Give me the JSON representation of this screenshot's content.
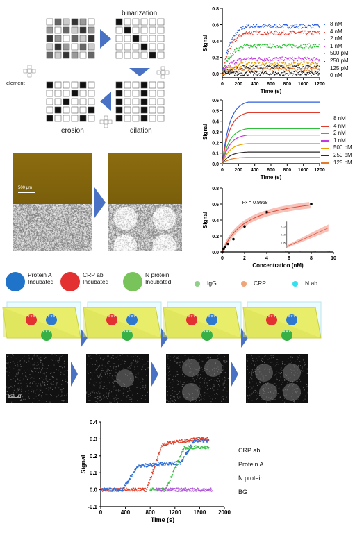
{
  "morphology": {
    "binarization_label": "binarization",
    "element_label": "element",
    "erosion_label": "erosion",
    "dilation_label": "dilation"
  },
  "micro_scale": "500 μm",
  "plot_legend_top": [
    "8 nM",
    "4 nM",
    "2 nM",
    "1 nM",
    "500 pM",
    "250 pM",
    "125 pM",
    "0 nM"
  ],
  "plot_legend_mid": [
    "8 nM",
    "4 nM",
    "2 nM",
    "1 nM",
    "500 pM",
    "250 pM",
    "125 pM"
  ],
  "series_colors": [
    "#2f5fe0",
    "#e03b2c",
    "#2fbf3a",
    "#c33be0",
    "#e6a100",
    "#2a2a2a",
    "#e37b2c",
    "#1a1a1a"
  ],
  "assay": {
    "steps": [
      {
        "label": "Protein A Incubated",
        "color": "#1f73c9"
      },
      {
        "label": "CRP ab Incubated",
        "color": "#e33030"
      },
      {
        "label": "N protein Incubated",
        "color": "#79c45a"
      }
    ],
    "reagents": [
      {
        "label": "IgG",
        "color": "#8fd08a"
      },
      {
        "label": "CRP",
        "color": "#f0a47a"
      },
      {
        "label": "N ab",
        "color": "#34dff0"
      }
    ]
  },
  "chart_data": [
    {
      "type": "scatter",
      "xlabel": "Time (s)",
      "ylabel": "Signal",
      "xlim": [
        0,
        1200
      ],
      "ylim": [
        -0.05,
        0.8
      ],
      "xticks": [
        0,
        200,
        400,
        600,
        800,
        1000,
        1200
      ],
      "yticks": [
        0.0,
        0.2,
        0.4,
        0.6,
        0.8
      ],
      "series": [
        {
          "name": "8 nM",
          "plateau": 0.58
        },
        {
          "name": "4 nM",
          "plateau": 0.5
        },
        {
          "name": "2 nM",
          "plateau": 0.34
        },
        {
          "name": "1 nM",
          "plateau": 0.18
        },
        {
          "name": "500 pM",
          "plateau": 0.12
        },
        {
          "name": "250 pM",
          "plateau": 0.08
        },
        {
          "name": "125 pM",
          "plateau": 0.05
        },
        {
          "name": "0 nM",
          "plateau": 0.0
        }
      ]
    },
    {
      "type": "line",
      "xlabel": "Time (s)",
      "ylabel": "Signal",
      "xlim": [
        0,
        1200
      ],
      "ylim": [
        0,
        0.6
      ],
      "xticks": [
        0,
        200,
        400,
        600,
        800,
        1000,
        1200
      ],
      "yticks": [
        0.0,
        0.1,
        0.2,
        0.3,
        0.4,
        0.5,
        0.6
      ],
      "series": [
        {
          "name": "8 nM",
          "plateau": 0.58
        },
        {
          "name": "4 nM",
          "plateau": 0.48
        },
        {
          "name": "2 nM",
          "plateau": 0.33
        },
        {
          "name": "1 nM",
          "plateau": 0.27
        },
        {
          "name": "500 pM",
          "plateau": 0.19
        },
        {
          "name": "250 pM",
          "plateau": 0.11
        },
        {
          "name": "125 pM",
          "plateau": 0.06
        }
      ]
    },
    {
      "type": "scatter",
      "xlabel": "Concentration (nM)",
      "ylabel": "Signal",
      "xlim": [
        0,
        10
      ],
      "ylim": [
        0,
        0.8
      ],
      "xticks": [
        0,
        2,
        4,
        6,
        8,
        10
      ],
      "yticks": [
        0.0,
        0.2,
        0.4,
        0.6,
        0.8
      ],
      "annotation": "R² = 0.9968",
      "points": [
        [
          0,
          0.0
        ],
        [
          0.125,
          0.04
        ],
        [
          0.25,
          0.06
        ],
        [
          0.5,
          0.1
        ],
        [
          1,
          0.16
        ],
        [
          2,
          0.32
        ],
        [
          4,
          0.5
        ],
        [
          8,
          0.6
        ]
      ],
      "inset": {
        "xticks": [
          0.0,
          0.2,
          0.4,
          0.6
        ],
        "yticks": [
          0.05,
          0.1,
          0.15
        ]
      }
    },
    {
      "type": "scatter",
      "xlabel": "Time (s)",
      "ylabel": "Signal",
      "xlim": [
        0,
        2000
      ],
      "ylim": [
        -0.1,
        0.4
      ],
      "xticks": [
        0,
        400,
        800,
        1200,
        1600,
        2000
      ],
      "yticks": [
        -0.1,
        0.0,
        0.1,
        0.2,
        0.3,
        0.4
      ],
      "series": [
        {
          "name": "CRP ab",
          "color": "#e0402a"
        },
        {
          "name": "Protein A",
          "color": "#2e6fd8"
        },
        {
          "name": "N protein",
          "color": "#3fbf4a"
        },
        {
          "name": "BG",
          "color": "#b05ad8"
        }
      ]
    }
  ]
}
